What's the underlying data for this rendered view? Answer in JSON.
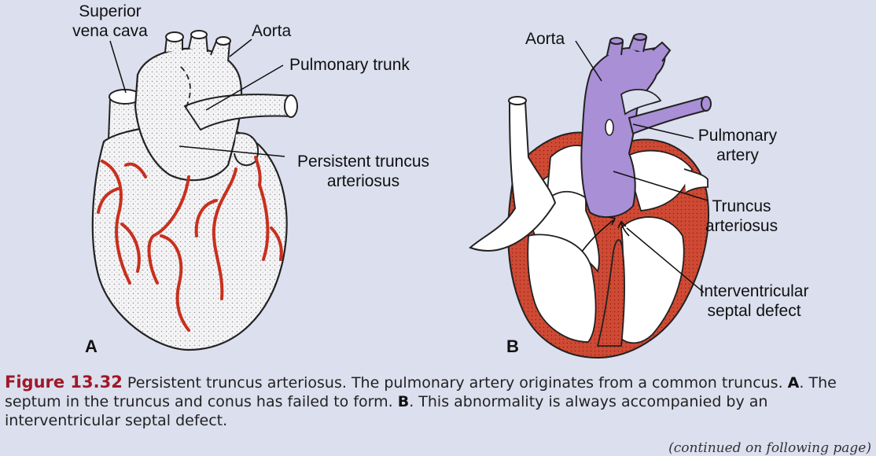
{
  "panel_a": {
    "letter": "A",
    "labels": {
      "superior_vena_cava_line1": "Superior",
      "superior_vena_cava_line2": "vena cava",
      "aorta": "Aorta",
      "pulmonary_trunk": "Pulmonary trunk",
      "persistent_truncus_line1": "Persistent truncus",
      "persistent_truncus_line2": "arteriosus"
    }
  },
  "panel_b": {
    "letter": "B",
    "labels": {
      "aorta": "Aorta",
      "pulmonary_artery_line1": "Pulmonary",
      "pulmonary_artery_line2": "artery",
      "truncus_line1": "Truncus",
      "truncus_line2": "arteriosus",
      "ivsd_line1": "Interventricular",
      "ivsd_line2": "septal defect"
    }
  },
  "caption": {
    "figure_number": "Figure 13.32",
    "text_1": " Persistent truncus arteriosus. The pulmonary artery originates from a common truncus. ",
    "a_letter": "A",
    "text_2": ". The septum in the truncus and conus has failed to form. ",
    "b_letter": "B",
    "text_3": ". This abnormality is always accompanied by an interventricular septal defect."
  },
  "continued_note": "(continued on following page)",
  "colors": {
    "background": "#dcdfee",
    "vessel_red": "#c8301e",
    "truncus_purple": "#a98fd6",
    "myocardium": "#c8412c",
    "figure_number": "#a01828"
  }
}
